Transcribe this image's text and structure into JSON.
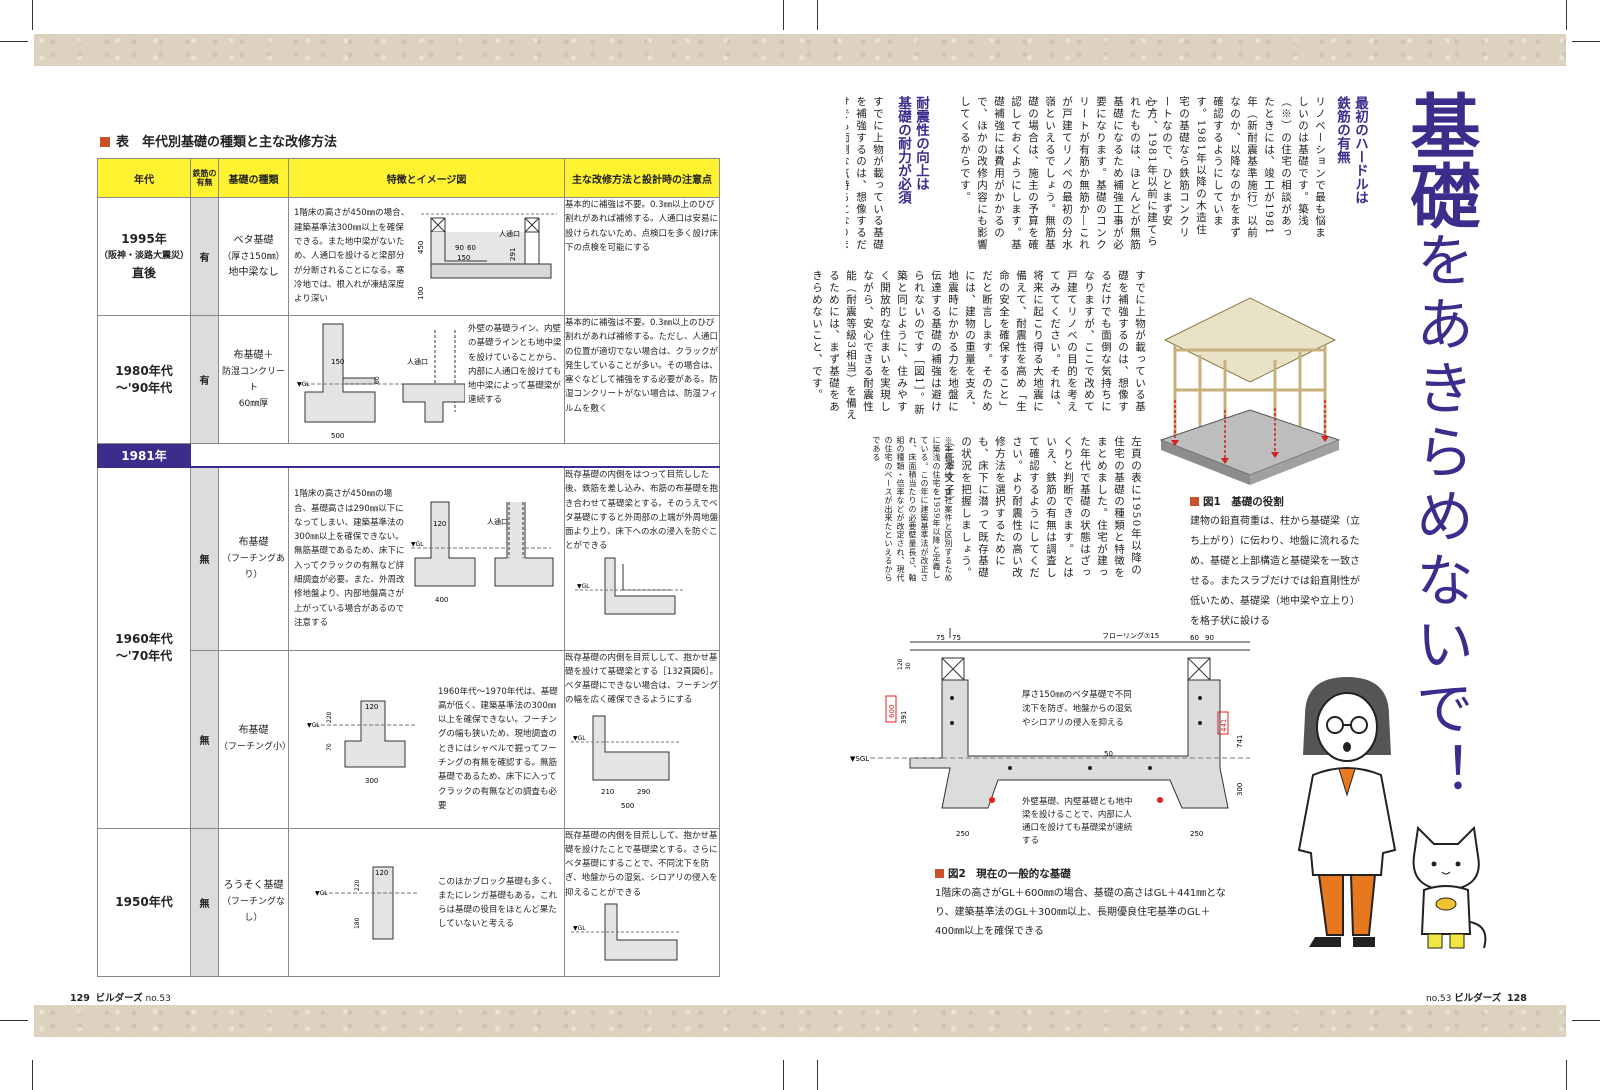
{
  "table": {
    "title": "表　年代別基礎の種類と主な改修方法",
    "headers": [
      "年代",
      "鉄筋の有無",
      "基礎の種類",
      "特徴とイメージ図",
      "主な改修方法と設計時の注意点"
    ],
    "rows": [
      {
        "era": "1995年",
        "era_sub": "（阪神・淡路大震災）",
        "era_tail": "直後",
        "rebar": "有",
        "type": "ベタ基礎",
        "type_sub": "（厚さ150㎜）",
        "type_tail": "地中梁なし",
        "feature": "1階床の高さが450㎜の場合、建築基準法300㎜以上を確保できる。また地中梁がないため、人通口を設けると梁部分が分断されることになる。寒冷地では、根入れが凍結深度より深い",
        "remedy": "基本的に補強は不要。0.3㎜以上のひび割れがあれば補修する。人通口は安易に設けられないため、点検口を多く設け床下の点検を可能にする"
      },
      {
        "era": "1980年代",
        "era_sub": "",
        "era_tail": "～'90年代",
        "rebar": "有",
        "type": "布基礎＋",
        "type_sub": "防湿コンクリート",
        "type_tail": "60㎜厚",
        "feature": "外壁の基礎ライン、内壁の基礎ラインとも地中梁を設けていることから、内部に人通口を設けても地中梁によって基礎梁が連続する",
        "remedy": "基本的に補強は不要。0.3㎜以上のひび割れがあれば補修する。ただし、人通口の位置が適切でない場合は、クラックが発生していることが多い。その場合は、塞ぐなどして補強をする必要がある。防湿コンクリートがない場合は、防湿フィルムを敷く"
      },
      {
        "era": "1960年代",
        "era_sub": "",
        "era_tail": "～'70年代",
        "rebar": "無",
        "type": "布基礎",
        "type_sub": "（フーチングあり）",
        "type_tail": "",
        "feature": "1階床の高さが450㎜の場合、基礎高さは290㎜以下になってしまい、建築基準法の300㎜以上を確保できない。無筋基礎であるため、床下に入ってクラックの有無など詳細調査が必要。また、外周改修地盤より、内部地盤高さが上がっている場合があるので注意する",
        "remedy": "既存基礎の内側をはつって目荒しした後、鉄筋を差し込み、布筋の布基礎を抱き合わせて基礎梁とする。そのうえでベタ基礎にすると外周部の上端が外周地盤面より上り、床下への水の浸入を防ぐことができる"
      },
      {
        "era": "",
        "era_sub": "",
        "era_tail": "",
        "rebar": "無",
        "type": "布基礎",
        "type_sub": "（フーチング小）",
        "type_tail": "",
        "feature": "1960年代～1970年代は、基礎高が低く、建築基準法の300㎜以上を確保できない。フーチングの幅も狭いため、現地調査のときにはシャベルで掘ってフーチングの有無を確認する。無筋基礎であるため、床下に入ってクラックの有無などの調査も必要",
        "remedy": "既存基礎の内側を目荒しして、抱かせ基礎を設けて基礎梁とする［132頁図6］。ベタ基礎にできない場合は、フーチングの幅を広く確保できるようにする"
      },
      {
        "era": "1950年代",
        "era_sub": "",
        "era_tail": "",
        "rebar": "無",
        "type": "ろうそく基礎",
        "type_sub": "（フーチングなし）",
        "type_tail": "",
        "feature": "このほかブロック基礎も多く、またにレンガ基礎もある。これらは基礎の役目をほとんど果たしていないと考える",
        "remedy": "既存基礎の内側を目荒しして、抱かせ基礎を設けたことで基礎梁とする。さらにベタ基礎にすることで、不同沈下を防ぎ、地盤からの湿気、シロアリの侵入を抑えることができる"
      }
    ],
    "divider_label": "1981年",
    "fig_labels": {
      "gl": "▼GL",
      "hito": "人通口",
      "d450": "450",
      "d150": "150",
      "d90": "90",
      "d60": "60",
      "d291": "291",
      "d100": "100",
      "d500": "500",
      "d400": "400",
      "d120": "120",
      "d300": "300",
      "d220": "220",
      "d70": "70",
      "d210": "210",
      "d290": "290",
      "d180": "180"
    }
  },
  "title": {
    "line1": "基礎",
    "line2": "をあきらめないで！"
  },
  "section1": {
    "heading1": "最初のハードル",
    "heading2": "は",
    "heading3": "鉄筋の有無"
  },
  "section2": {
    "heading1": "耐震性の向上は",
    "heading2": "基礎の耐力が必須"
  },
  "article": {
    "col1": "リノベーションで最も悩ましいのは基礎です。築浅（※）の住宅の相談があったときには、竣工が1981年（新耐震基準施行）以前なのか、以降なのかをまず確認するようにしています。1981年以降の木造住宅の基礎なら鉄筋コンクリートなので、ひとまず安心。",
    "col2": "一方、1981年以前に建てられたものは、ほとんどが無筋基礎になるため補強工事が必要になります。基礎のコンクリートが有筋か無筋か―これが戸建てリノベの最初の分水嶺といえるでしょう。無筋基礎の場合は、施主の予算を確認しておくようにします。基礎補強には費用がかかるので、ほかの改修内容にも影響してくるからです。",
    "col3": "すでに上物が載っている基礎を補強するのは、想像するだけでも面倒な気持ちになりますが、ここで改めて戸建てリノベの目的を考えてみてください。それは、将来に起こり得る大地震に備えて、耐震性を高め「生命の安全を確保すること」だと断言します。そのためには、建物の重量を支え、地震時にかかる力を地盤に伝達する基礎の補強は避けられないのです［図1］。新築と同じように、住みやすく開放的な住まいを実現しながら、安心できる耐震性能（耐震等級3相当）を備えるためには、まず基礎をあきらめないこと、です。",
    "col4": "左頁の表に1950年以降の住宅の基礎の種類と特徴をまとめました。住宅が建った年代で基礎の状態はざっくりと判断できます。とはいえ、鉄筋の有無は調査して確認するようにしてください。より耐震性の高い改修方法を選択するためにも、床下に潜って既存基礎の状況を把握しましょう。（三澤文子）",
    "footnote": "※本稿では、自社案件と区別するために築浅の住宅を1959年以降と定義している。この年に建築基準法が改正され、床面積当たりの必要壁量長さ、軸組の種類・倍率などが改定され、現代の住宅のベースが出来たといえるからである"
  },
  "fig1": {
    "caption_title": "図1　基礎の役割",
    "caption": "建物の鉛直荷重は、柱から基礎梁（立ち上がり）に伝わり、地盤に流れるため、基礎と上部構造と基礎梁を一致させる。またスラブだけでは鉛直剛性が低いため、基礎梁（地中梁や立上り）を格子状に設ける"
  },
  "fig2": {
    "caption_title": "図2　現在の一般的な基礎",
    "caption": "1階床の高さがGL＋600㎜の場合、基礎の高さはGL＋441㎜となり、建築基準法のGL＋300㎜以上、長期優良住宅基準のGL＋400㎜以上を確保できる",
    "note1": "厚さ150㎜のベタ基礎で不同沈下を防ぎ、地盤からの湿気やシロアリの侵入を抑える",
    "note2": "外壁基礎、内壁基礎とも地中梁を設けることで、内部に人通口を設けても基礎梁が連続する",
    "flooring": "フローリング⑦15",
    "gl": "▼SGL",
    "d75": "75",
    "d60": "60",
    "d90": "90",
    "d120": "120",
    "d30": "30",
    "d391": "391",
    "d600": "600",
    "d441": "441",
    "d741": "741",
    "d300": "300",
    "d250": "250",
    "d50": "50"
  },
  "folio": {
    "left_num": "129",
    "left_mag": "ビルダーズ",
    "left_no": "no.53",
    "right_no": "no.53",
    "right_mag": "ビルダーズ",
    "right_num": "128"
  },
  "colors": {
    "accent": "#3a2d8c",
    "header_yellow": "#fff230",
    "band": "#ddd2c0",
    "orange": "#e8781e"
  }
}
